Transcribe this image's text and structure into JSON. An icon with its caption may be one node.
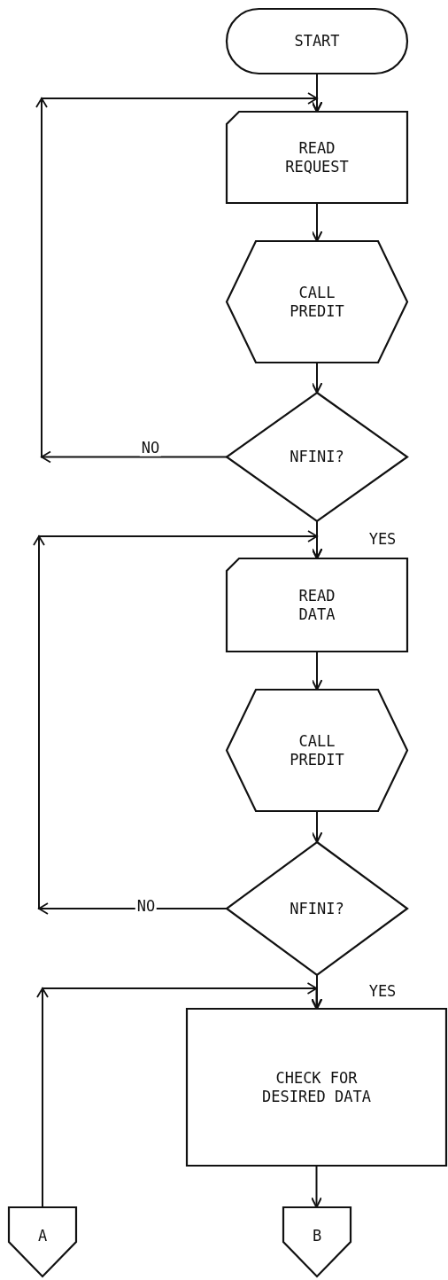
{
  "diagram": {
    "nodes": [
      {
        "text": [
          "START"
        ]
      },
      {
        "text": [
          "READ REQUEST"
        ]
      },
      {
        "text": [
          "CALL PREDIT"
        ]
      },
      {
        "text": [
          "NFINI?"
        ]
      },
      {
        "text": [
          "READ DATA"
        ]
      },
      {
        "text": [
          "CALL PREDIT"
        ]
      },
      {
        "text": [
          "NFINI?"
        ]
      },
      {
        "text": [
          "CHECK FOR DESIRED DATA"
        ]
      },
      {
        "text": [
          "A"
        ]
      },
      {
        "text": [
          "B"
        ]
      }
    ],
    "edges": [
      {
        "from": 0,
        "to": 1,
        "arrow": "to"
      },
      {
        "from": 1,
        "to": 2,
        "arrow": "to"
      },
      {
        "from": 2,
        "to": 3,
        "arrow": "to"
      },
      {
        "from": 3,
        "to": 1,
        "arrow": "to",
        "label": "NO"
      },
      {
        "from": 3,
        "to": 4,
        "arrow": "to",
        "label": "YES"
      },
      {
        "from": 4,
        "to": 5,
        "arrow": "to"
      },
      {
        "from": 5,
        "to": 6,
        "arrow": "to"
      },
      {
        "from": 6,
        "to": 4,
        "arrow": "to",
        "label": "NO"
      },
      {
        "from": 6,
        "to": 7,
        "arrow": "to",
        "label": "YES"
      },
      {
        "from": 8,
        "to": 7,
        "arrow": "to"
      },
      {
        "from": 7,
        "to": 9,
        "arrow": "to"
      }
    ]
  }
}
